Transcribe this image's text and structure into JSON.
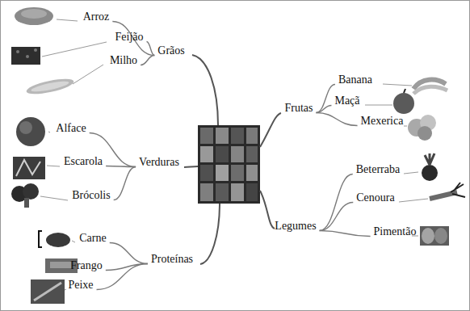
{
  "diagram": {
    "nodes": [
      {
        "text": [
          "Grãos"
        ]
      },
      {
        "text": [
          "Arroz"
        ]
      },
      {
        "text": [
          "Feijão"
        ]
      },
      {
        "text": [
          "Milho"
        ]
      },
      {
        "text": [
          "Frutas"
        ]
      },
      {
        "text": [
          "Banana"
        ]
      },
      {
        "text": [
          "Maçã"
        ]
      },
      {
        "text": [
          "Mexerica"
        ]
      },
      {
        "text": [
          "Verduras"
        ]
      },
      {
        "text": [
          "Alface"
        ]
      },
      {
        "text": [
          "Escarola"
        ]
      },
      {
        "text": [
          "Brócolis"
        ]
      },
      {
        "text": [
          "Legumes"
        ]
      },
      {
        "text": [
          "Beterraba"
        ]
      },
      {
        "text": [
          "Cenoura"
        ]
      },
      {
        "text": [
          "Pimentão"
        ]
      },
      {
        "text": [
          "Proteínas"
        ]
      },
      {
        "text": [
          "Carne"
        ]
      },
      {
        "text": [
          "Frango"
        ]
      },
      {
        "text": [
          "Peixe"
        ]
      }
    ],
    "edges": [
      {
        "from": 0,
        "to": 1,
        "arrow": "none"
      },
      {
        "from": 0,
        "to": 2,
        "arrow": "none"
      },
      {
        "from": 0,
        "to": 3,
        "arrow": "none"
      },
      {
        "from": 4,
        "to": 5,
        "arrow": "none"
      },
      {
        "from": 4,
        "to": 6,
        "arrow": "none"
      },
      {
        "from": 4,
        "to": 7,
        "arrow": "none"
      },
      {
        "from": 8,
        "to": 9,
        "arrow": "none"
      },
      {
        "from": 8,
        "to": 10,
        "arrow": "none"
      },
      {
        "from": 8,
        "to": 11,
        "arrow": "none"
      },
      {
        "from": 12,
        "to": 13,
        "arrow": "none"
      },
      {
        "from": 12,
        "to": 14,
        "arrow": "none"
      },
      {
        "from": 12,
        "to": 15,
        "arrow": "none"
      },
      {
        "from": 16,
        "to": 17,
        "arrow": "none"
      },
      {
        "from": 16,
        "to": 18,
        "arrow": "none"
      },
      {
        "from": 16,
        "to": 19,
        "arrow": "none"
      }
    ]
  }
}
